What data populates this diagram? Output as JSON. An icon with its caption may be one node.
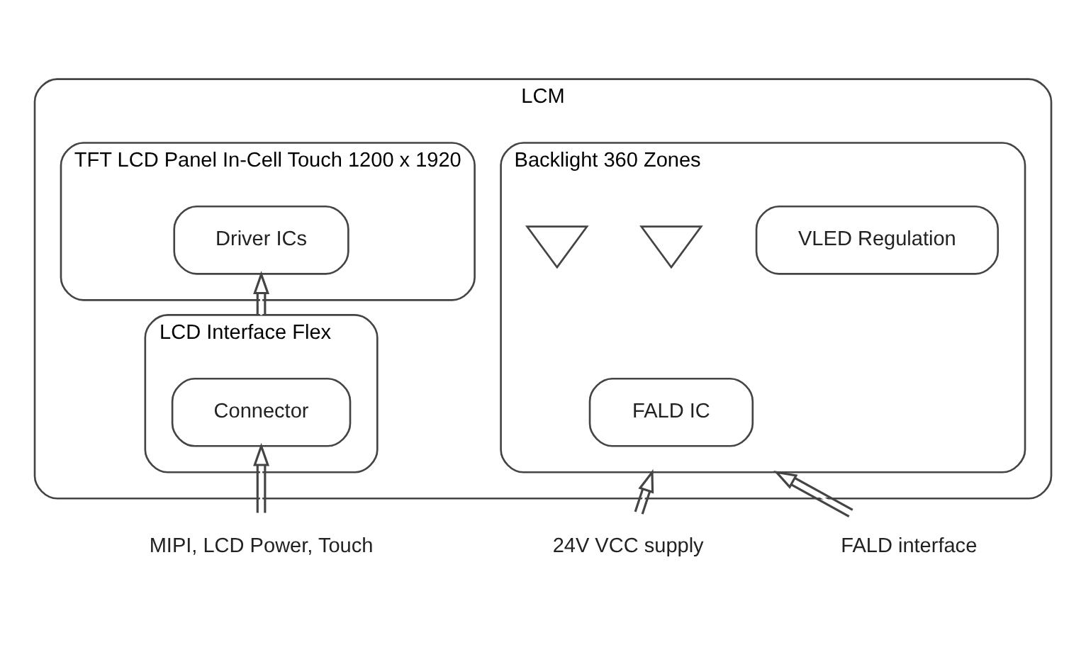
{
  "diagram": {
    "nodes": [
      {
        "text": [
          "LCM"
        ]
      },
      {
        "text": [
          "TFT LCD Panel In-Cell Touch 1200 x 1920"
        ],
        "in": 0
      },
      {
        "text": [
          "Driver ICs"
        ],
        "in": 1
      },
      {
        "text": [
          "LCD Interface Flex"
        ],
        "in": 0
      },
      {
        "text": [
          "Connector"
        ],
        "in": 3
      },
      {
        "text": [
          "Backlight 360 Zones"
        ],
        "in": 0
      },
      {
        "text": [],
        "shape": "diode",
        "in": 5
      },
      {
        "text": [],
        "shape": "diode",
        "in": 5
      },
      {
        "text": [
          "VLED Regulation"
        ],
        "in": 5
      },
      {
        "text": [
          "FALD IC"
        ],
        "in": 5
      },
      {
        "text": [
          "MIPI, LCD Power, Touch"
        ]
      },
      {
        "text": [
          "24V VCC supply"
        ]
      },
      {
        "text": [
          "FALD interface"
        ]
      }
    ],
    "edges": [
      {
        "from": 10,
        "to": 4,
        "arrow": "to"
      },
      {
        "from": 3,
        "to": 2,
        "arrow": "to"
      },
      {
        "from": 11,
        "to": 5,
        "arrow": "to"
      },
      {
        "from": 12,
        "to": 5,
        "arrow": "to"
      }
    ]
  }
}
